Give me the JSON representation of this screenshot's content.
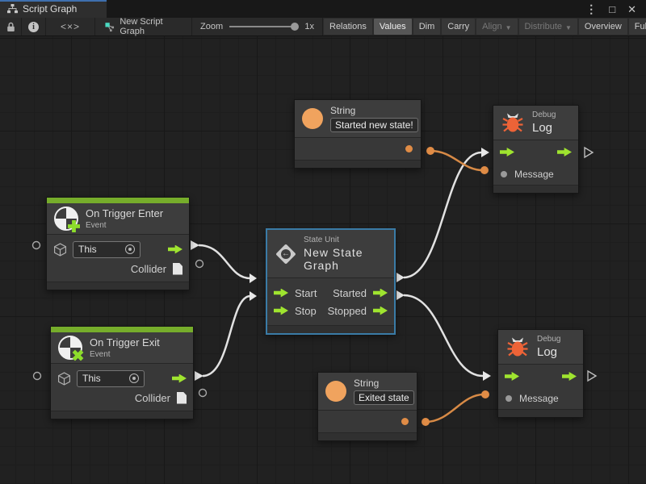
{
  "window": {
    "tab_title": "Script Graph",
    "menu_icon": "⋮",
    "maximize_icon": "□",
    "close_icon": "✕"
  },
  "toolbar": {
    "code_label": "<×>",
    "graph_name": "New Script Graph",
    "zoom_label": "Zoom",
    "zoom_value": "1x",
    "caret": "▼",
    "buttons": [
      {
        "label": "Relations",
        "active": false,
        "enabled": true
      },
      {
        "label": "Values",
        "active": true,
        "enabled": true
      },
      {
        "label": "Dim",
        "active": false,
        "enabled": true
      },
      {
        "label": "Carry",
        "active": false,
        "enabled": true
      },
      {
        "label": "Align",
        "active": false,
        "enabled": false,
        "dropdown": true
      },
      {
        "label": "Distribute",
        "active": false,
        "enabled": false,
        "dropdown": true
      },
      {
        "label": "Overview",
        "active": false,
        "enabled": true
      },
      {
        "label": "Full Screen",
        "active": false,
        "enabled": true
      }
    ]
  },
  "nodes": {
    "string_top": {
      "title": "String",
      "value": "Started new state!"
    },
    "string_bottom": {
      "title": "String",
      "value": "Exited state"
    },
    "debug_top": {
      "subtitle": "Debug",
      "title": "Log",
      "input_label": "Message"
    },
    "debug_bottom": {
      "subtitle": "Debug",
      "title": "Log",
      "input_label": "Message"
    },
    "on_trigger_enter": {
      "title": "On Trigger Enter",
      "subtitle": "Event",
      "target_value": "This",
      "output_label": "Collider"
    },
    "on_trigger_exit": {
      "title": "On Trigger Exit",
      "subtitle": "Event",
      "target_value": "This",
      "output_label": "Collider"
    },
    "state_unit": {
      "subtitle": "State Unit",
      "title": "New State Graph",
      "selected": true,
      "ports": {
        "in1": "Start",
        "in2": "Stop",
        "out1": "Started",
        "out2": "Stopped"
      }
    }
  },
  "graph": {
    "connections": [
      {
        "from": "On Trigger Enter",
        "to": "State Unit.Start",
        "type": "flow"
      },
      {
        "from": "On Trigger Exit",
        "to": "State Unit.Stop",
        "type": "flow"
      },
      {
        "from": "State Unit.Started",
        "to": "Debug Log (top)",
        "type": "flow"
      },
      {
        "from": "State Unit.Stopped",
        "to": "Debug Log (bottom)",
        "type": "flow"
      },
      {
        "from": "String 'Started new state!'",
        "to": "Debug Log (top).Message",
        "type": "value"
      },
      {
        "from": "String 'Exited state'",
        "to": "Debug Log (bottom).Message",
        "type": "value"
      }
    ]
  },
  "colors": {
    "flow_green": "#9fe42f",
    "event_header_green": "#76ad2b",
    "value_orange": "#e08c46",
    "bug_orange": "#ed6337",
    "selection_blue": "#3a7ba6",
    "wire_white": "#e2e2e2",
    "canvas_bg": "#212121"
  }
}
